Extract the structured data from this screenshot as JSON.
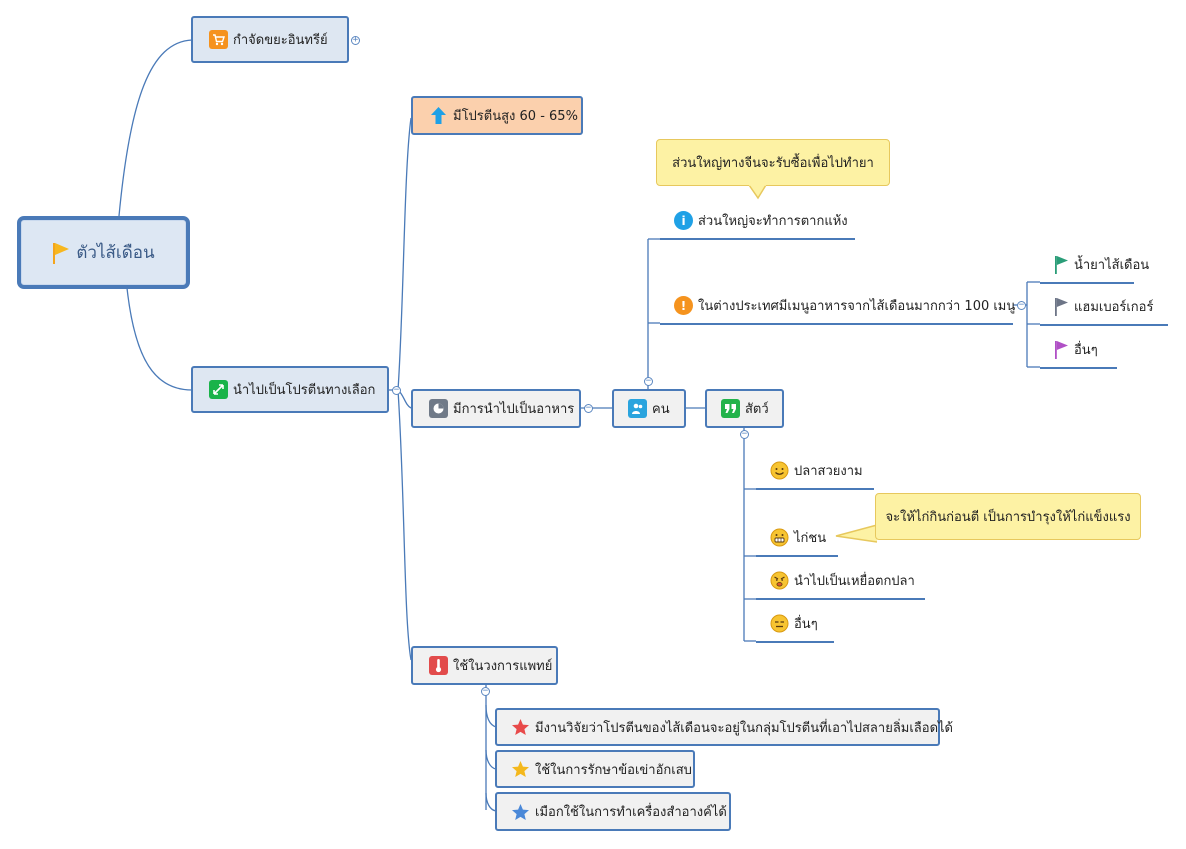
{
  "root": {
    "label": "ตัวไส้เดือน",
    "icon": "orange-flag-icon"
  },
  "branches": {
    "organic_waste": {
      "label": "กำจัดขยะอินทรีย์",
      "icon": "shopping-cart-icon",
      "color": "#f5921e"
    },
    "protein_alt": {
      "label": "นำไปเป็นโปรตีนทางเลือก",
      "icon": "resize-arrows-icon",
      "color": "#19b34a"
    },
    "high_protein": {
      "label": "มีโปรตีนสูง 60 - 65%",
      "icon": "up-arrow-icon",
      "color": "#1ea0e6"
    },
    "as_food": {
      "label": "มีการนำไปเป็นอาหาร",
      "icon": "pie-chart-icon",
      "color": "#707a88"
    },
    "medical": {
      "label": "ใช้ในวงการแพทย์",
      "icon": "thermometer-icon",
      "color": "#e24b4b"
    },
    "people": {
      "label": "คน",
      "icon": "person-icon",
      "color": "#2aa4de"
    },
    "animals": {
      "label": "สัตว์",
      "icon": "quote-icon",
      "color": "#23b34b"
    }
  },
  "people_items": [
    {
      "label": "ส่วนใหญ่จะทำการตากแห้ง",
      "icon": "info-icon",
      "color": "#1fa1e6"
    },
    {
      "label": "ในต่างประเทศมีเมนูอาหารจากไส้เดือนมากกว่า 100 เมนู",
      "icon": "warning-icon",
      "color": "#f5931e"
    }
  ],
  "menu_items": [
    {
      "label": "น้ำยาไส้เดือน",
      "icon": "green-flag-icon",
      "color": "#2a9d78"
    },
    {
      "label": "แฮมเบอร์เกอร์",
      "icon": "gray-flag-icon",
      "color": "#6d7587"
    },
    {
      "label": "อื่นๆ",
      "icon": "purple-flag-icon",
      "color": "#b050c6"
    }
  ],
  "animal_items": [
    {
      "label": "ปลาสวยงาม",
      "icon": "smile-emoji-icon"
    },
    {
      "label": "ไก่ชน",
      "icon": "grin-emoji-icon"
    },
    {
      "label": "นำไปเป็นเหยื่อตกปลา",
      "icon": "angry-emoji-icon"
    },
    {
      "label": "อื่นๆ",
      "icon": "neutral-emoji-icon"
    }
  ],
  "medical_items": [
    {
      "label": "มีงานวิจัยว่าโปรตีนของไส้เดือนจะอยู่ในกลุ่มโปรตีนที่เอาไปสลายลิ่มเลือดได้",
      "icon": "red-star-icon",
      "color": "#e84a4a"
    },
    {
      "label": "ใช้ในการรักษาข้อเข่าอักเสบ",
      "icon": "yellow-star-icon",
      "color": "#f4b81c"
    },
    {
      "label": "เมือกใช้ในการทำเครื่องสำอางค์ได้",
      "icon": "blue-star-icon",
      "color": "#4a88d8"
    }
  ],
  "callouts": {
    "china": "ส่วนใหญ่ทางจีนจะรับซื้อเพื่อไปทำยา",
    "chicken": "จะให้ไก่กินก่อนตี เป็นการบำรุงให้ไก่แข็งแรง"
  },
  "colors": {
    "line": "#4a7ab8",
    "box_blue": "#dee7f2",
    "box_gray": "#f1f1f1",
    "box_peach": "#fbd0ad",
    "callout": "#fdf2a4"
  }
}
